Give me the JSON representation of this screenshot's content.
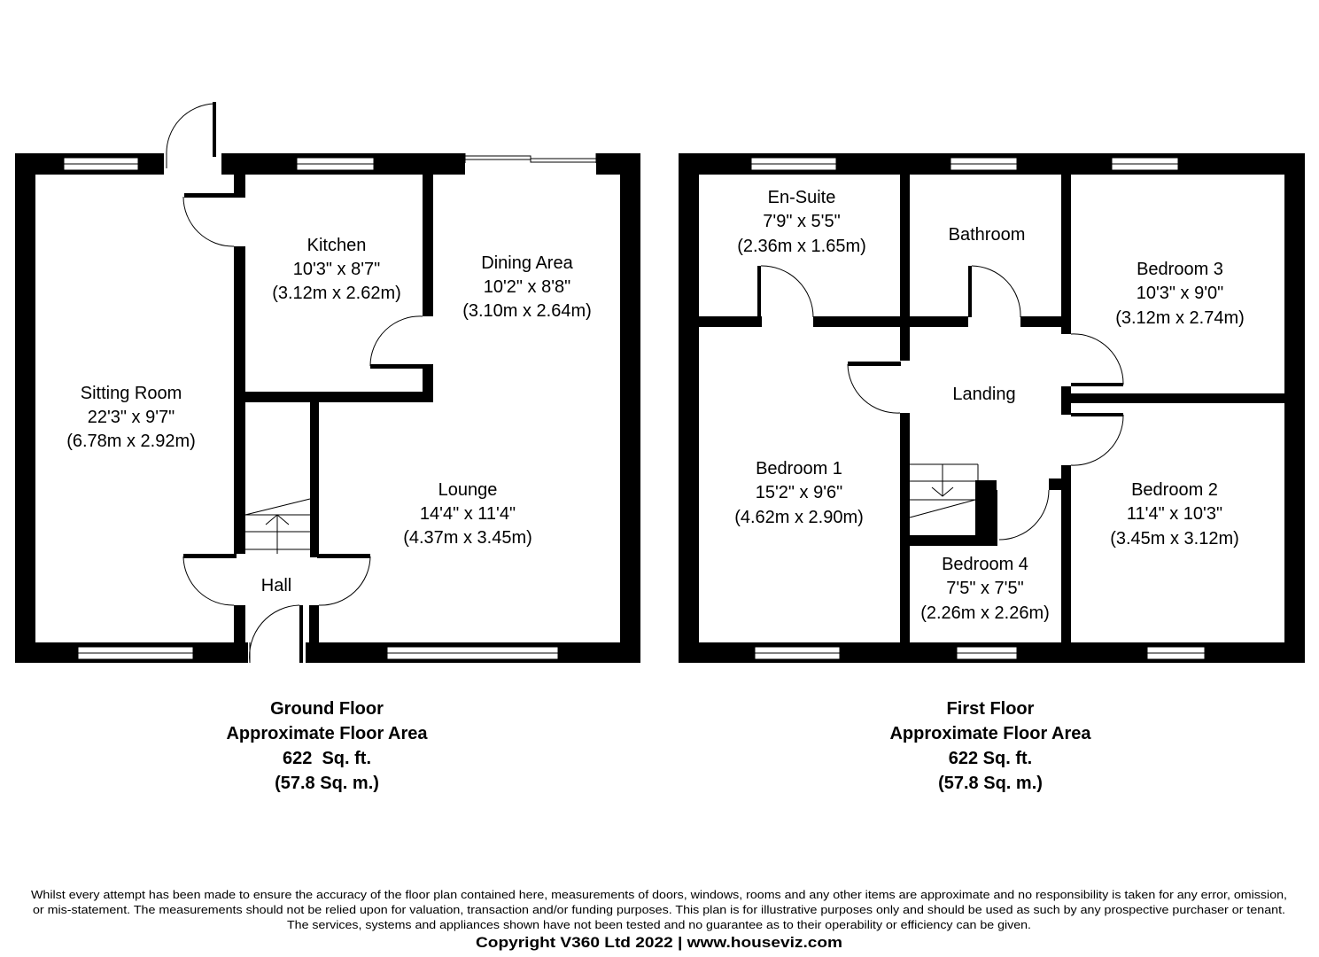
{
  "ground_floor": {
    "rooms": [
      {
        "name": "Sitting Room",
        "imperial": "22'3\" x 9'7\"",
        "metric": "(6.78m x 2.92m)"
      },
      {
        "name": "Kitchen",
        "imperial": "10'3\" x 8'7\"",
        "metric": "(3.12m x 2.62m)"
      },
      {
        "name": "Dining Area",
        "imperial": "10'2\" x 8'8\"",
        "metric": "(3.10m x 2.64m)"
      },
      {
        "name": "Lounge",
        "imperial": "14'4\" x 11'4\"",
        "metric": "(4.37m x 3.45m)"
      },
      {
        "name": "Hall"
      }
    ],
    "caption": {
      "floor": "Ground Floor",
      "label": "Approximate Floor Area",
      "sqft": "622  Sq. ft.",
      "sqm": "(57.8 Sq. m.)"
    }
  },
  "first_floor": {
    "rooms": [
      {
        "name": "En-Suite",
        "imperial": "7'9\" x 5'5\"",
        "metric": "(2.36m x 1.65m)"
      },
      {
        "name": "Bathroom"
      },
      {
        "name": "Bedroom 3",
        "imperial": "10'3\" x 9'0\"",
        "metric": "(3.12m x 2.74m)"
      },
      {
        "name": "Landing"
      },
      {
        "name": "Bedroom 1",
        "imperial": "15'2\" x 9'6\"",
        "metric": "(4.62m x 2.90m)"
      },
      {
        "name": "Bedroom 2",
        "imperial": "11'4\" x 10'3\"",
        "metric": "(3.45m x 3.12m)"
      },
      {
        "name": "Bedroom 4",
        "imperial": "7'5\" x 7'5\"",
        "metric": "(2.26m x 2.26m)"
      }
    ],
    "caption": {
      "floor": "First Floor",
      "label": "Approximate Floor Area",
      "sqft": "622 Sq. ft.",
      "sqm": "(57.8 Sq. m.)"
    }
  },
  "footer": {
    "disclaimer": [
      "Whilst every attempt has been made to ensure the accuracy of the floor plan contained here, measurements of doors, windows, rooms and any other items are approximate and no responsibility is taken for any error, omission,",
      "or mis-statement. The measurements should not be relied upon for valuation, transaction and/or funding purposes. This plan is for illustrative purposes only and should be used as such by any prospective purchaser or tenant.",
      "The services, systems and appliances shown have not been tested and no guarantee as to their operability or efficiency can be given."
    ],
    "copyright": "Copyright V360 Ltd 2022 | www.houseviz.com"
  }
}
